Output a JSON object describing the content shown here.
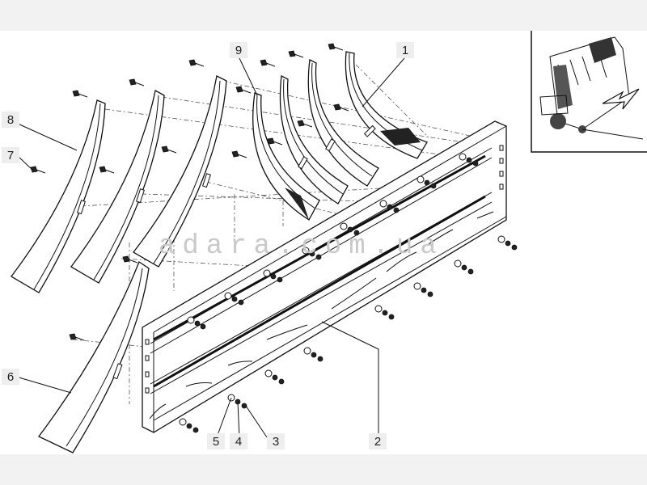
{
  "watermark": "adara.com.ua",
  "callouts": [
    {
      "id": "1",
      "label": "1"
    },
    {
      "id": "2",
      "label": "2"
    },
    {
      "id": "3",
      "label": "3"
    },
    {
      "id": "4",
      "label": "4"
    },
    {
      "id": "5",
      "label": "5"
    },
    {
      "id": "6",
      "label": "6"
    },
    {
      "id": "7",
      "label": "7"
    },
    {
      "id": "8",
      "label": "8"
    },
    {
      "id": "9",
      "label": "9"
    }
  ],
  "inset": {
    "icon": "harvester-location-icon"
  }
}
